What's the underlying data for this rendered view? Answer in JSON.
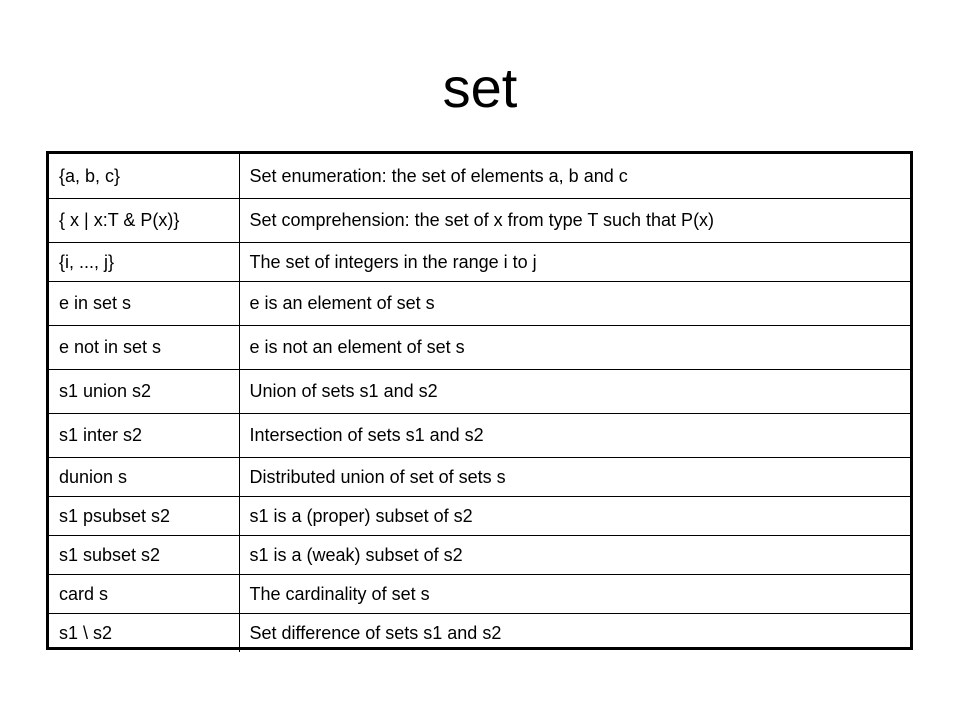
{
  "title": "set",
  "table": {
    "rows": [
      {
        "notation": "{a, b, c}",
        "meaning": "Set enumeration: the set of elements a, b and c"
      },
      {
        "notation": "{ x | x:T & P(x)}",
        "meaning": "Set comprehension: the set of x from type T such that P(x)"
      },
      {
        "notation": "{i, ..., j}",
        "meaning": "The set of integers in the range i to j"
      },
      {
        "notation": "e in set s",
        "meaning": "e is an element of set s"
      },
      {
        "notation": "e not in set s",
        "meaning": "e is not an element of set s"
      },
      {
        "notation": "s1 union s2",
        "meaning": "Union of sets s1 and s2"
      },
      {
        "notation": "s1 inter s2",
        "meaning": "Intersection of sets s1 and s2"
      },
      {
        "notation": "dunion s",
        "meaning": "Distributed union of set of sets s"
      },
      {
        "notation": "s1 psubset s2",
        "meaning": "s1 is a (proper) subset of s2"
      },
      {
        "notation": "s1 subset s2",
        "meaning": "s1 is a (weak) subset of s2"
      },
      {
        "notation": "card s",
        "meaning": "The cardinality of set s"
      },
      {
        "notation": "s1 \\ s2",
        "meaning": "Set difference of sets s1 and s2"
      }
    ]
  }
}
